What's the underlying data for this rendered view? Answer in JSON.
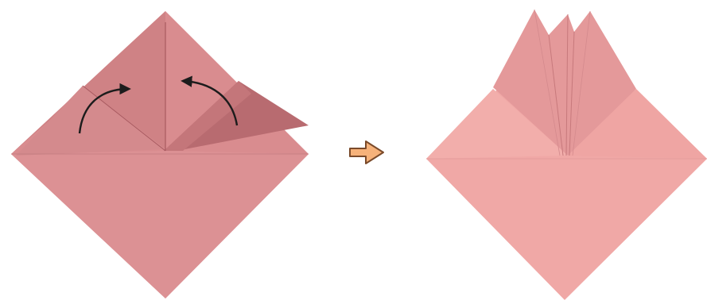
{
  "scene": {
    "background": "#ffffff",
    "steps": [
      {
        "name": "before-fold",
        "arrows": 2
      },
      {
        "name": "after-fold"
      }
    ]
  },
  "colors": {
    "paper_left": "#d98c8f",
    "paper_left_shadow": "#c4767a",
    "paper_left_flap": "#b86b70",
    "paper_right": "#f0a8a6",
    "paper_right_upper": "#e4999a",
    "crease": "#a85a60",
    "fold_arrow": "#1c1c1c",
    "step_arrow_fill": "#f6b27a",
    "step_arrow_stroke": "#7a4a2a"
  },
  "icons": {
    "fold_arrow": "curved-arrow-icon",
    "step_arrow": "right-arrow-icon"
  }
}
